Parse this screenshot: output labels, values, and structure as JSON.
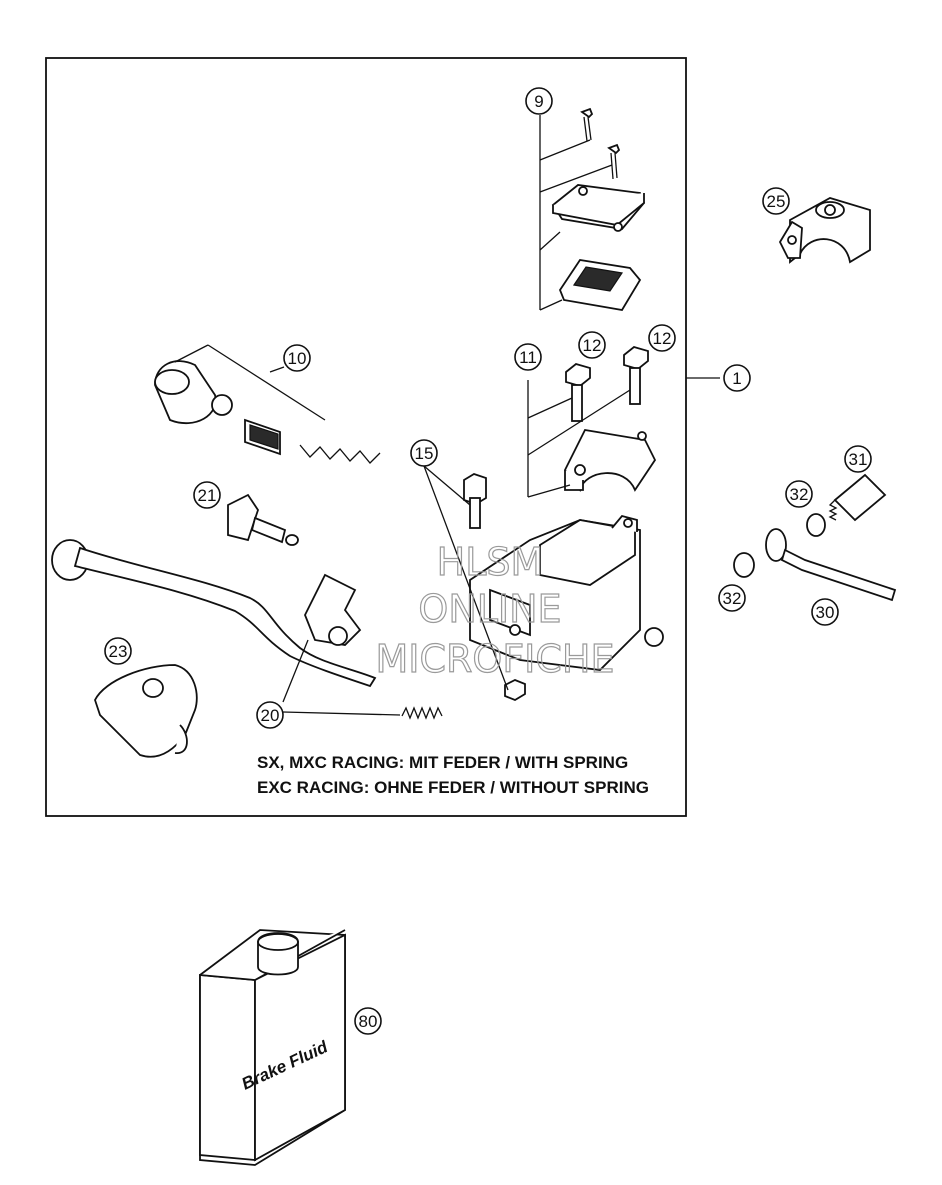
{
  "callouts": {
    "c1": "1",
    "c9": "9",
    "c10": "10",
    "c11": "11",
    "c12a": "12",
    "c12b": "12",
    "c15": "15",
    "c20": "20",
    "c21": "21",
    "c23": "23",
    "c25": "25",
    "c30": "30",
    "c31": "31",
    "c32a": "32",
    "c32b": "32",
    "c80": "80"
  },
  "note": {
    "line1": "SX, MXC RACING: MIT FEDER / WITH SPRING",
    "line2": "EXC RACING: OHNE FEDER / WITHOUT SPRING"
  },
  "watermark": {
    "line1": "HLSM",
    "line2": "ONLINE",
    "line3": "MICROFICHE"
  },
  "container_label": "Brake Fluid"
}
